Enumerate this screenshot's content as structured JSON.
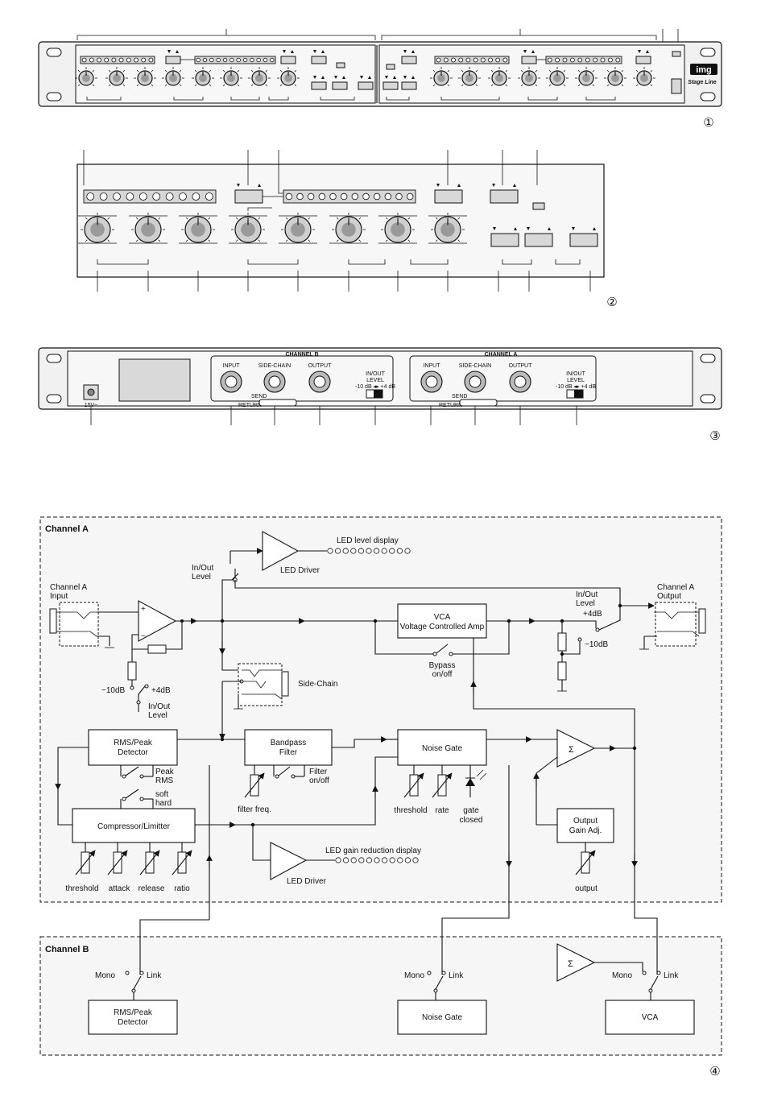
{
  "figure_numbers": [
    "①",
    "②",
    "③",
    "④"
  ],
  "brand": {
    "logo": "img",
    "tagline": "Stage Line"
  },
  "rear_panel": {
    "channel_b_title": "CHANNEL B",
    "channel_a_title": "CHANNEL A",
    "input": "INPUT",
    "side_chain": "SIDE-CHAIN",
    "output": "OUTPUT",
    "inout_level": [
      "IN/OUT",
      "LEVEL"
    ],
    "level_scale": "-10 dB ◂▸ +4 dB",
    "send": "SEND",
    "return": "RETURN",
    "power": "15V~"
  },
  "block_diagram": {
    "channel_a": "Channel A",
    "channel_b": "Channel B",
    "led_level_display": "LED level display",
    "led_driver": "LED Driver",
    "inout_level": [
      "In/Out",
      "Level"
    ],
    "channel_a_input": [
      "Channel A",
      "Input"
    ],
    "channel_a_output": [
      "Channel A",
      "Output"
    ],
    "vca": [
      "VCA",
      "Voltage Controlled Amp"
    ],
    "bypass": [
      "Bypass",
      "on/off"
    ],
    "plus4": "+4dB",
    "minus10": "−10dB",
    "side_chain": "Side-Chain",
    "rms_peak_detector": [
      "RMS/Peak",
      "Detector"
    ],
    "bandpass_filter": [
      "Bandpass",
      "Filter"
    ],
    "noise_gate": "Noise Gate",
    "sigma": "Σ",
    "peak_rms": [
      "Peak",
      "RMS"
    ],
    "soft_hard": [
      "soft",
      "hard"
    ],
    "filter_onoff": [
      "Filter",
      "on/off"
    ],
    "filter_freq": "filter freq.",
    "threshold": "threshold",
    "rate": "rate",
    "gate_closed": [
      "gate",
      "closed"
    ],
    "compressor_limiter": "Compressor/Limitter",
    "attack": "attack",
    "release": "release",
    "ratio": "ratio",
    "output_gain_adj": [
      "Output",
      "Gain Adj."
    ],
    "output": "output",
    "led_gain_reduction_display": "LED gain reduction display",
    "mono": "Mono",
    "link": "Link",
    "vca_b": "VCA"
  }
}
